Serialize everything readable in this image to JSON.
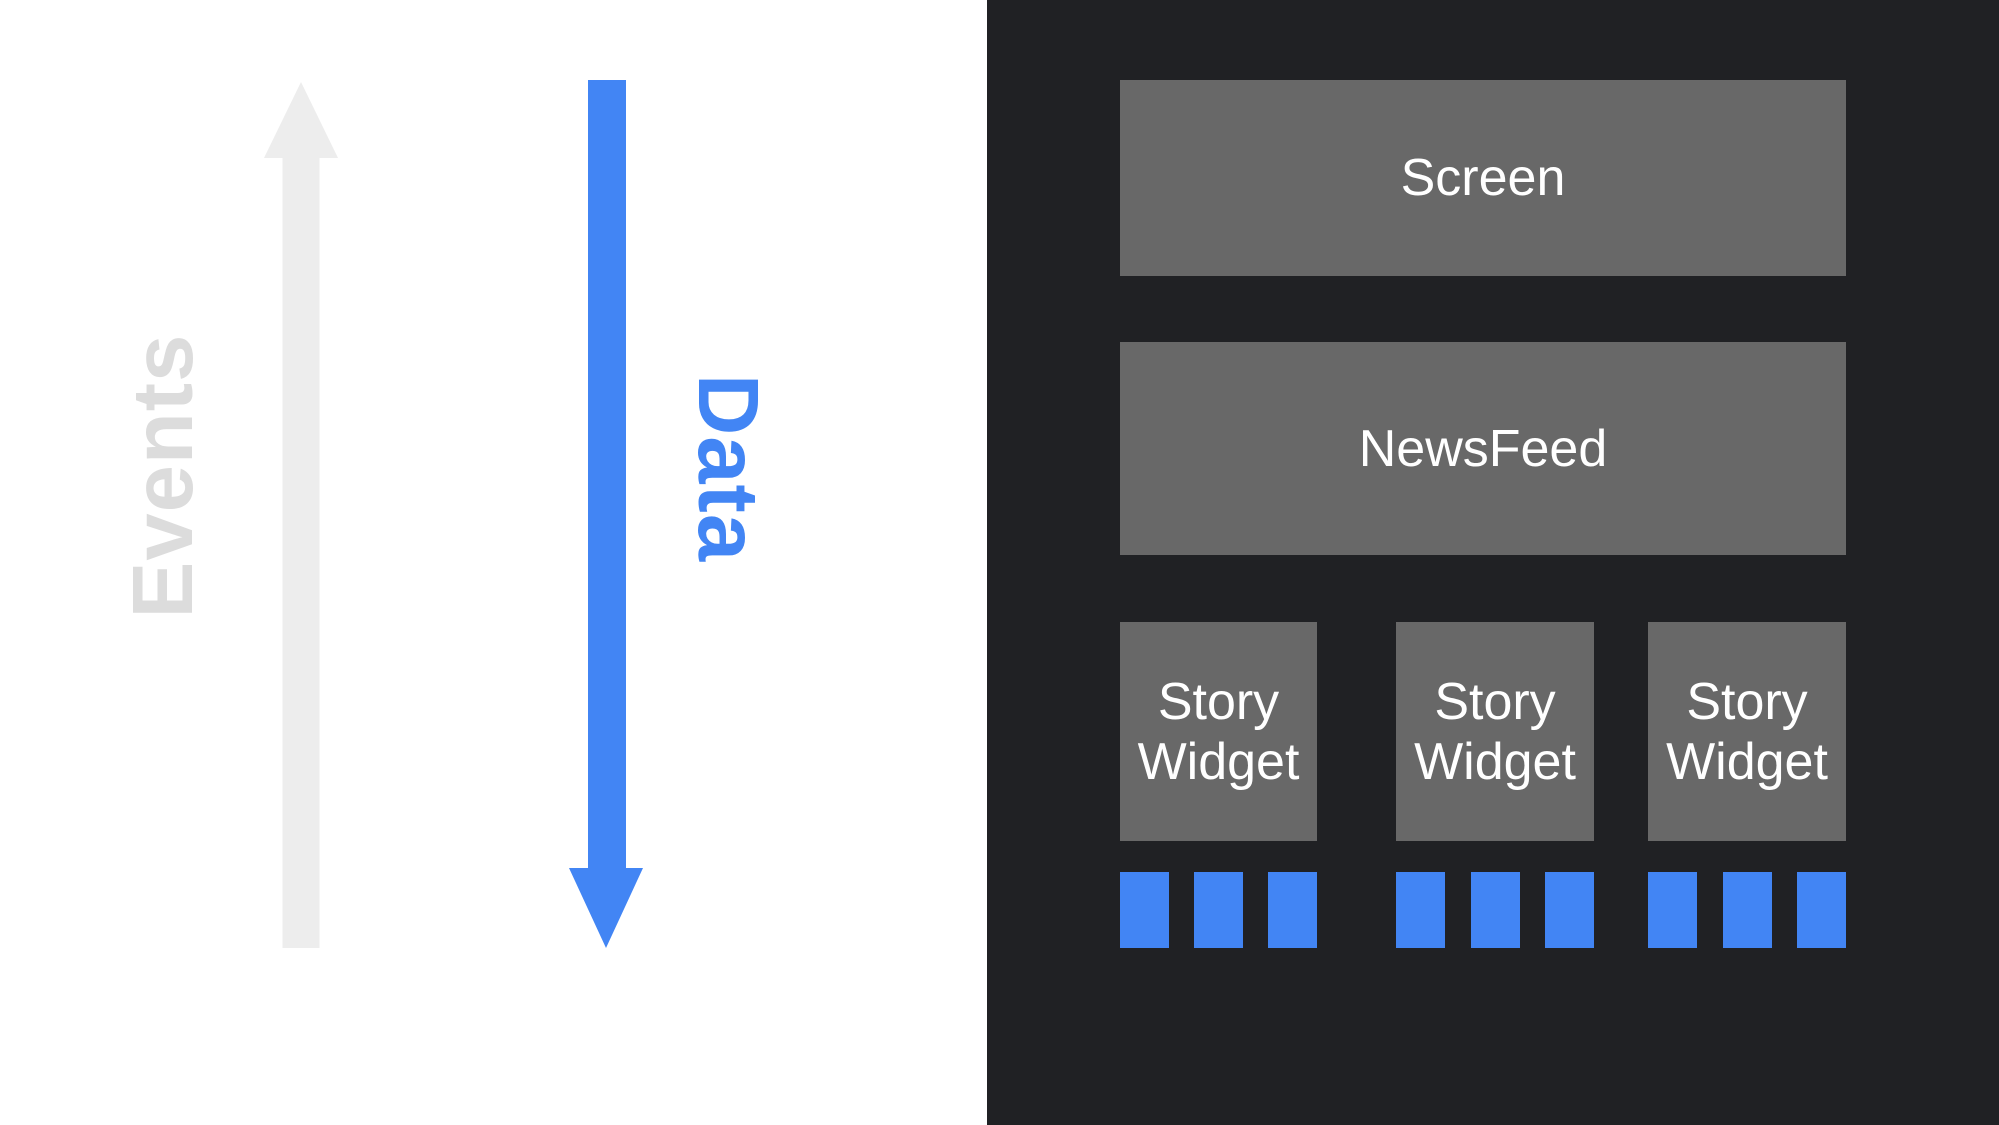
{
  "slide": {
    "left_panel": {
      "events_label": "Events",
      "data_label": "Data",
      "events_arrow_direction": "up",
      "data_arrow_direction": "down"
    },
    "right_panel": {
      "screen_label": "Screen",
      "newsfeed_label": "NewsFeed",
      "story_widgets": [
        {
          "label": "Story Widget",
          "item_count": 3
        },
        {
          "label": "Story Widget",
          "item_count": 3
        },
        {
          "label": "Story Widget",
          "item_count": 3
        }
      ]
    },
    "colors": {
      "background_left": "#FFFFFF",
      "background_right": "#202124",
      "box_gray": "#686868",
      "box_text": "#FFFFFF",
      "accent_blue": "#4285F4",
      "events_gray_text": "#DCDCDC",
      "events_arrow_gray": "#EDEDED"
    }
  }
}
